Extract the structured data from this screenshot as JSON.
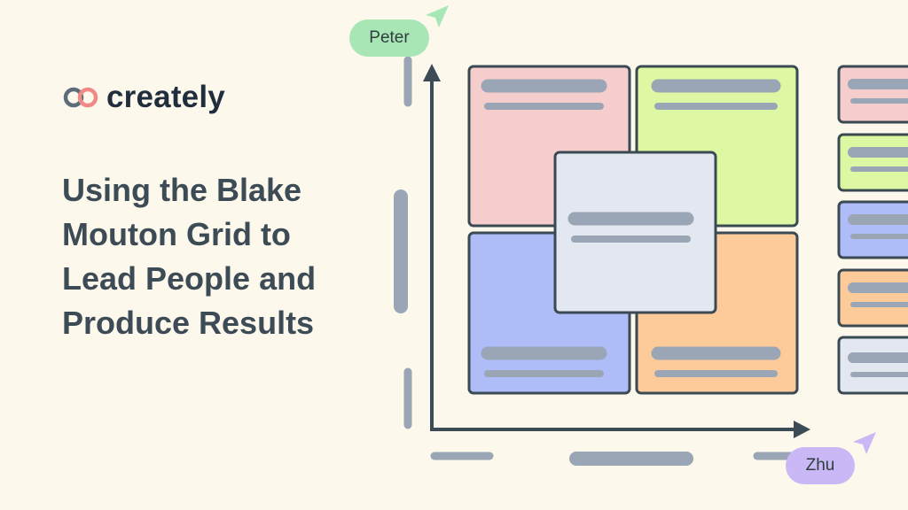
{
  "brand": {
    "name": "creately",
    "mark_colors": [
      "#5c6c7a",
      "#f08a86"
    ]
  },
  "headline": {
    "lines": [
      "Using the Blake",
      "Mouton Grid to",
      "Lead People and",
      "Produce Results"
    ]
  },
  "users": {
    "peter": {
      "name": "Peter",
      "color": "#a8e6b5"
    },
    "zhu": {
      "name": "Zhu",
      "color": "#c9b8f5"
    }
  },
  "grid": {
    "quadrant_colors": [
      "#f5cdcc",
      "#ddf7a3",
      "#aebcf8",
      "#fdcb9a"
    ],
    "center_color": "#e3e8f0"
  },
  "legend_swatches": [
    "#f5cdcc",
    "#ddf7a3",
    "#aebcf8",
    "#fdcb9a",
    "#e3e8f0"
  ],
  "colors": {
    "placeholder": "#9aa5b5",
    "axis": "#3c4b55",
    "outline": "#3a4a52"
  }
}
